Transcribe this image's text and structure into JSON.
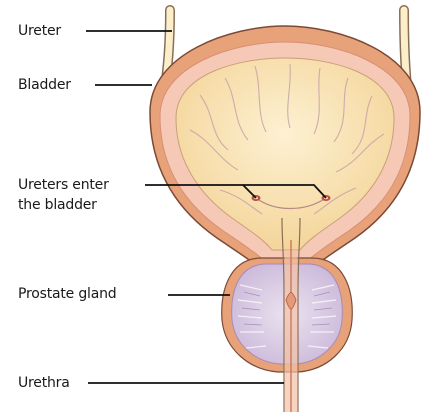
{
  "labels": {
    "ureter": "Ureter",
    "bladder": "Bladder",
    "ureters_enter_line1": "Ureters enter",
    "ureters_enter_line2": "the bladder",
    "prostate": "Prostate gland",
    "urethra": "Urethra"
  },
  "colors": {
    "bladder_wall_outer": "#e8a27a",
    "bladder_wall_band": "#f6c9b6",
    "bladder_lumen": "#f8dfab",
    "ureter_fill": "#fbeecb",
    "prostate_fill": "#d9cce3",
    "leader_line": "#111111"
  }
}
